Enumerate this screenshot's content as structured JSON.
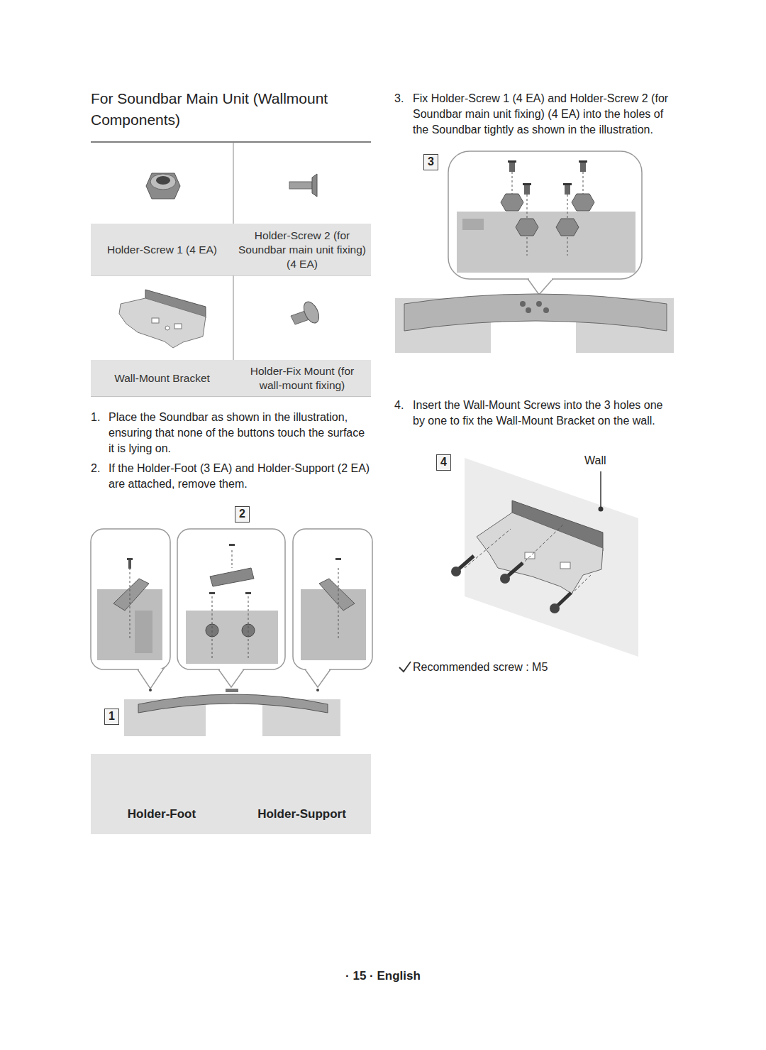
{
  "diagram": {
    "title": "For Soundbar Main Unit (Wallmount Components)",
    "nodes": [
      {
        "text": [
          "2"
        ]
      },
      {
        "text": [
          "1"
        ]
      },
      {
        "text": [
          "Holder-Foot",
          "Holder-Support"
        ]
      },
      {
        "text": [
          "3"
        ]
      },
      {
        "text": [
          "4"
        ]
      }
    ],
    "labels": [
      "Holder-Screw 1 (4 EA)",
      "Holder-Screw 2 (for Soundbar main unit fixing) (4 EA)",
      "Wall-Mount Bracket",
      "Holder-Fix Mount (for wall-mount fixing)",
      "1.",
      "Place the Soundbar as shown in the illustration, ensuring that none of the buttons touch the surface it is lying on.",
      "2.",
      "If the Holder-Foot (3 EA) and Holder-Support (2 EA) are attached, remove them.",
      "3.",
      "Fix Holder-Screw 1 (4 EA) and Holder-Screw 2 (for Soundbar main unit fixing) (4 EA) into the holes of the Soundbar tightly as shown in the illustration.",
      "4.",
      "Insert the Wall-Mount Screws into the 3 holes one by one to fix the Wall-Mount Bracket on the wall.",
      "Wall",
      "Recommended screw : M5",
      "· 15 · English"
    ]
  }
}
